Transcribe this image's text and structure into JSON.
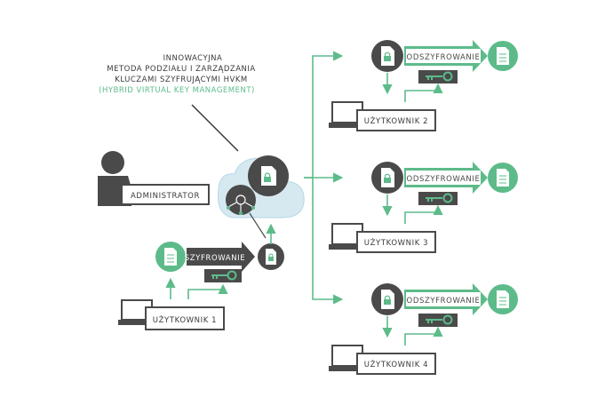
{
  "title": {
    "line1": "INNOWACYJNA",
    "line2": "METODA PODZIAŁU I ZARZĄDZANIA",
    "line3": "KLUCZAMI SZYFRUJĄCYMI HVKM",
    "line4": "(HYBRID VIRTUAL KEY MANAGEMENT)"
  },
  "admin": {
    "label": "ADMINISTRATOR"
  },
  "sender": {
    "label": "UŻYTKOWNIK 1",
    "action": "SZYFROWANIE"
  },
  "recipients": [
    {
      "label": "UŻYTKOWNIK 2",
      "action": "ODSZYFROWANIE"
    },
    {
      "label": "UŻYTKOWNIK 3",
      "action": "ODSZYFROWANIE"
    },
    {
      "label": "UŻYTKOWNIK 4",
      "action": "ODSZYFROWANIE"
    }
  ],
  "colors": {
    "green": "#5dbb8a",
    "dark": "#4a4a4a",
    "cloud": "#d6e9f1",
    "cloud_edge": "#a9cfe0"
  },
  "icons": [
    "document-icon",
    "locked-document-icon",
    "key-icon",
    "laptop-icon",
    "person-icon",
    "cloud-icon",
    "key-ring-icon"
  ]
}
